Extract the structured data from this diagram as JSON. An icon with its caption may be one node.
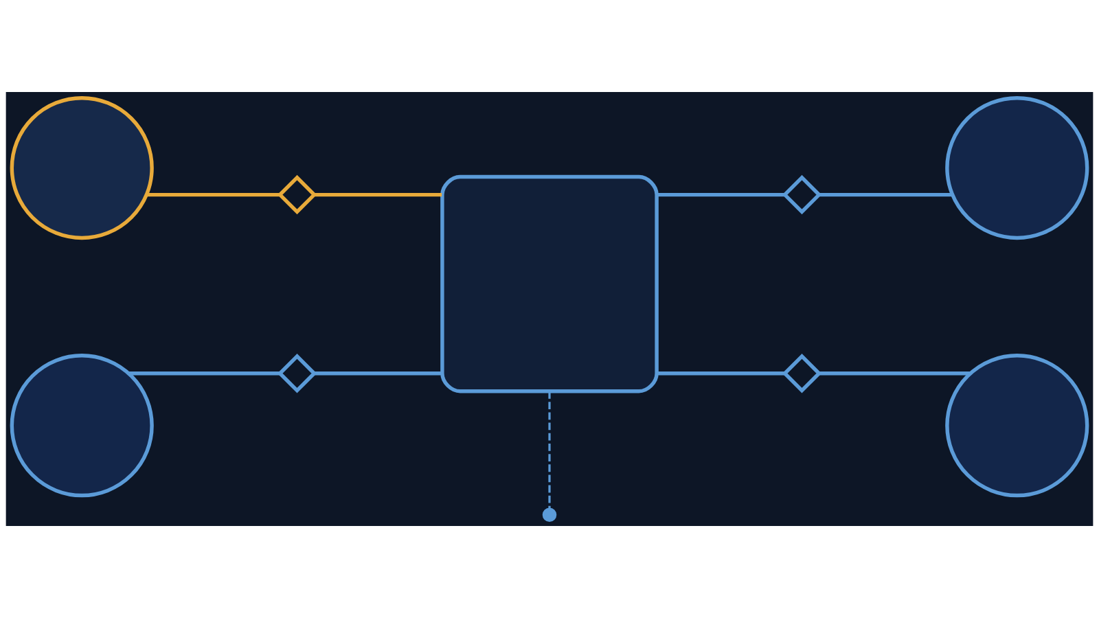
{
  "diagram": {
    "nodes": [
      {
        "text": [],
        "shape": "circle"
      },
      {
        "text": [],
        "shape": "circle"
      },
      {
        "text": [],
        "shape": "diamond"
      },
      {
        "text": [],
        "shape": "diamond"
      },
      {
        "text": [],
        "shape": "box"
      },
      {
        "text": [],
        "shape": "diamond"
      },
      {
        "text": [],
        "shape": "diamond"
      },
      {
        "text": [],
        "shape": "circle"
      },
      {
        "text": [],
        "shape": "circle"
      },
      {
        "text": [],
        "shape": "circle"
      }
    ],
    "edges": [
      {
        "from": 0,
        "to": 2,
        "arrow": "none",
        "color": "#e8aa3a"
      },
      {
        "from": 2,
        "to": 4,
        "arrow": "none",
        "color": "#e8aa3a"
      },
      {
        "from": 4,
        "to": 3,
        "arrow": "none"
      },
      {
        "from": 3,
        "to": 1,
        "arrow": "none"
      },
      {
        "from": 7,
        "to": 5,
        "arrow": "none"
      },
      {
        "from": 5,
        "to": 4,
        "arrow": "none"
      },
      {
        "from": 4,
        "to": 6,
        "arrow": "none"
      },
      {
        "from": 6,
        "to": 8,
        "arrow": "none"
      },
      {
        "from": 4,
        "to": 9,
        "arrow": "none",
        "style": "dashed"
      }
    ]
  }
}
